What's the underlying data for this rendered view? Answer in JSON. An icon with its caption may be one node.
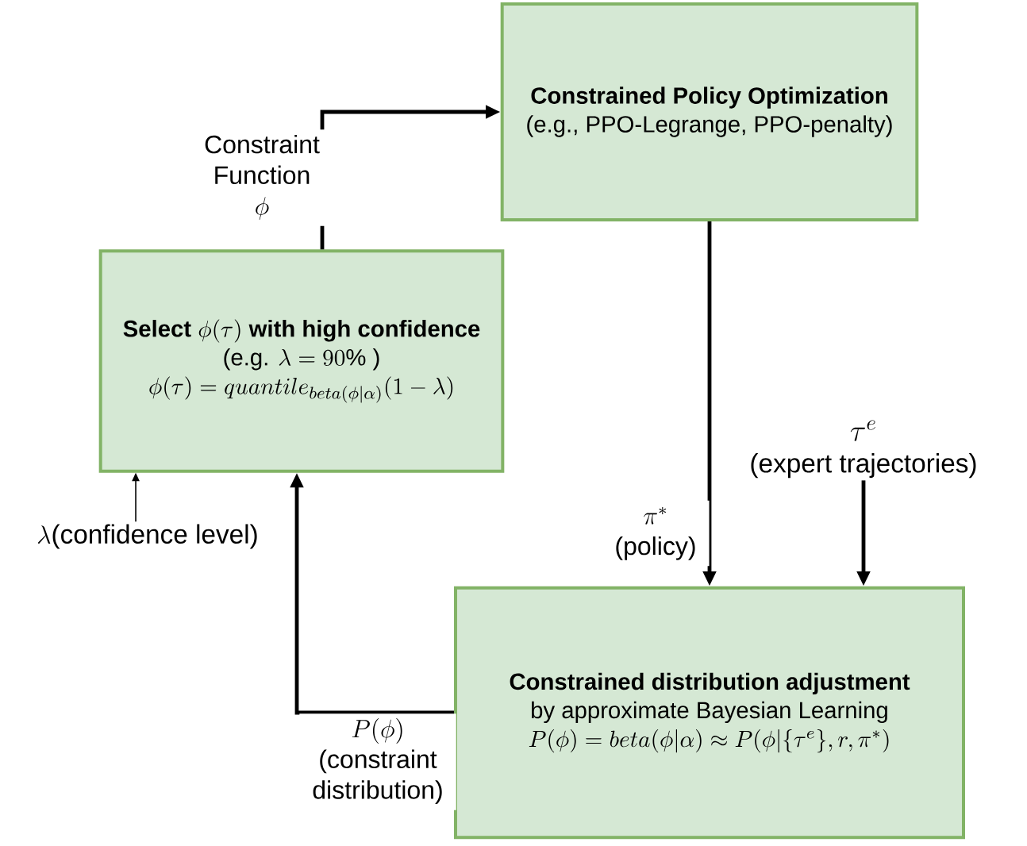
{
  "diagram": {
    "nodes": [
      {
        "text": [
          "\\mbox{\\bfseries Select }\\phi(\\tau)\\mbox{\\bfseries\\ with high confidence}",
          "\\mbox{(e.g. }\\lambda=90\\%\\mbox{ )}",
          "\\phi(\\tau)=quantile_{beta(\\phi|\\alpha)}(1-\\lambda)"
        ]
      },
      {
        "text": [
          "Constrained Policy Optimization",
          "(e.g., PPO-Legrange, PPO-penalty)"
        ]
      },
      {
        "text": [
          "Constrained distribution adjustment",
          "by approximate Bayesian Learning",
          "P(\\phi)=beta(\\phi|\\alpha)\\approx P(\\phi|\\{\\tau^e\\},r,\\pi^*)"
        ]
      },
      {
        "text": [
          "\\tau^e",
          "(expert trajectories)"
        ]
      },
      {
        "text": [
          "\\lambda\\mbox{(confidence level)}"
        ]
      }
    ],
    "edges": [
      {
        "from": 0,
        "to": 1,
        "arrow": "to",
        "label": "\\begin{array}{c}\\mbox{Constraint}\\\\\\mbox{Function}\\\\\\phi\\end{array}"
      },
      {
        "from": 1,
        "to": 2,
        "arrow": "to",
        "label": "\\begin{array}{c}\\pi^*\\\\\\mbox{(policy)}\\end{array}"
      },
      {
        "from": 3,
        "to": 2,
        "arrow": "to"
      },
      {
        "from": 2,
        "to": 0,
        "arrow": "to",
        "label": "\\begin{array}{c}\\mbox{\\large$P(\\phi)$}\\\\\\mbox{(constraint}\\\\\\mbox{distribution)}\\end{array}"
      },
      {
        "from": 4,
        "to": 0,
        "arrow": "to"
      }
    ]
  }
}
